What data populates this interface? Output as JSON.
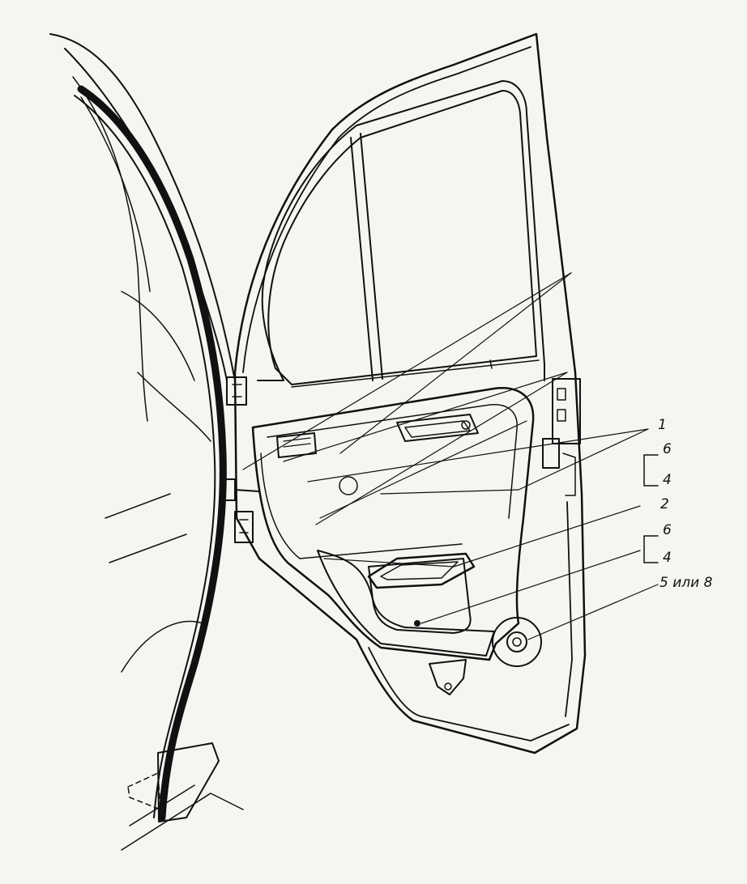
{
  "callouts": {
    "c1": "1",
    "c6a": "6",
    "c4a": "4",
    "c2": "2",
    "c6b": "6",
    "c4b": "4",
    "c5or8": "5 или 8"
  },
  "colors": {
    "background": "#f4f6f1",
    "ink": "#111111",
    "panel_fill": "#cfcfcf"
  }
}
